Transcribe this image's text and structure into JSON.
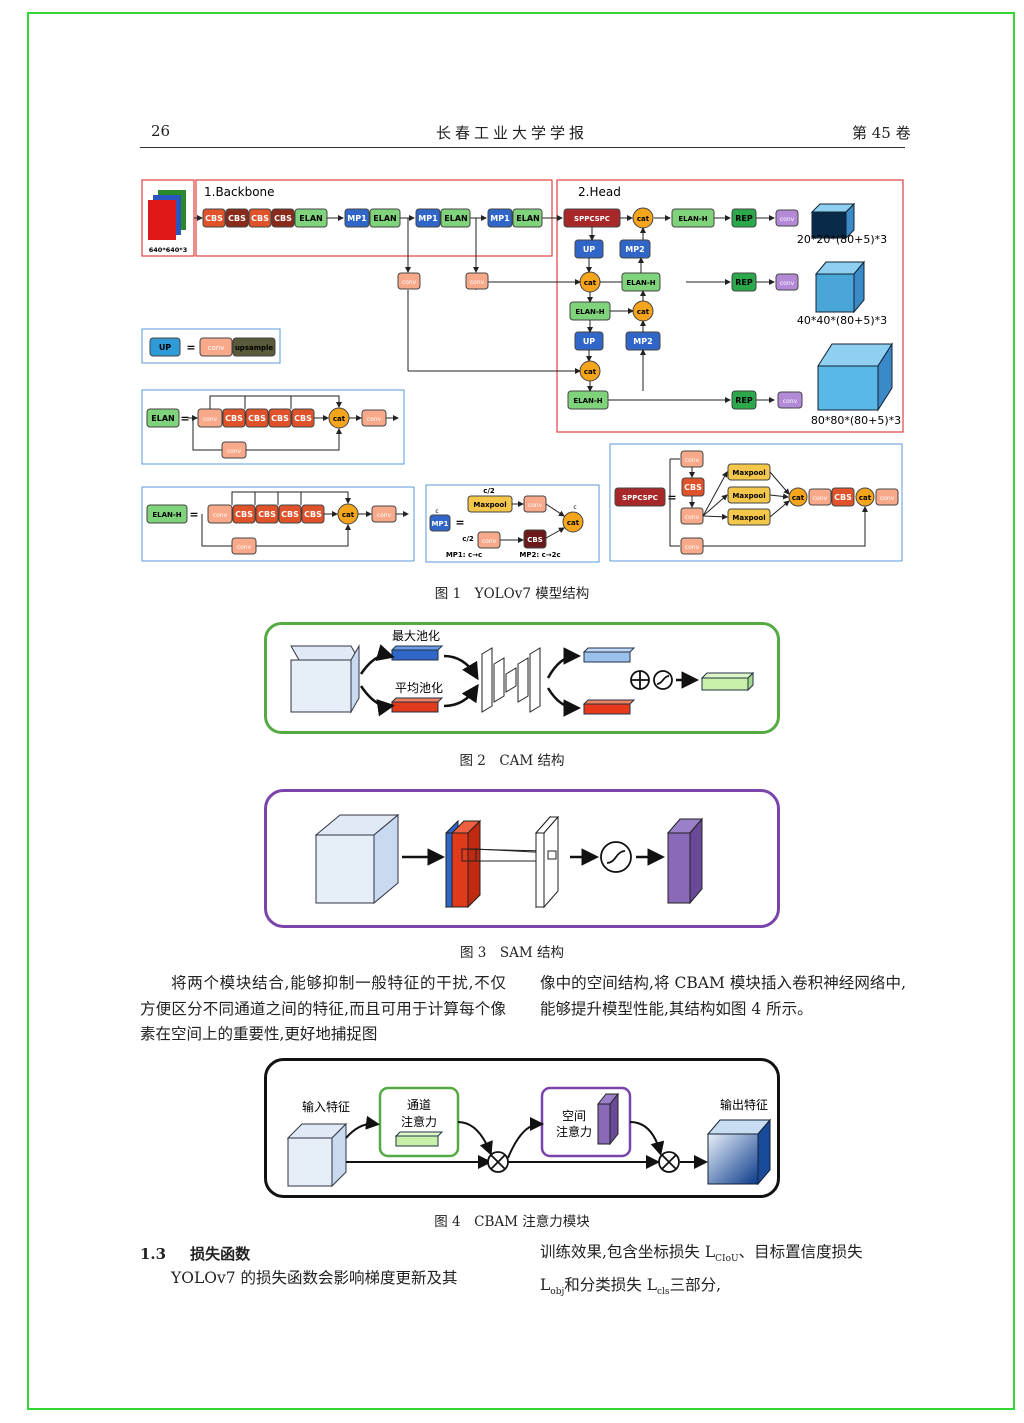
{
  "header": {
    "page_number": "26",
    "journal": "长春工业大学学报",
    "volume": "第 45 卷"
  },
  "fig1": {
    "caption": "图 1　YOLOv7 模型结构",
    "backbone_label": "1.Backbone",
    "head_label": "2.Head",
    "input_label": "640*640*3",
    "cbs": "CBS",
    "elan": "ELAN",
    "mp1": "MP1",
    "mp2": "MP2",
    "elanh": "ELAN-H",
    "sppcspc": "SPPCSPC",
    "up": "UP",
    "cat": "cat",
    "rep": "REP",
    "conv": "conv",
    "upsample": "upsample",
    "maxpool": "Maxpool",
    "eq": "=",
    "out1": "20*20*(80+5)*3",
    "out2": "40*40*(80+5)*3",
    "out3": "80*80*(80+5)*3",
    "c": "c",
    "c2a": "c/2",
    "c2b": "c/2",
    "mp1note": "MP1: c→c",
    "mp2note": "MP2: c→2c"
  },
  "fig2": {
    "caption": "图 2　CAM 结构",
    "maxpool": "最大池化",
    "avgpool": "平均池化"
  },
  "fig3": {
    "caption": "图 3　SAM 结构"
  },
  "para1": {
    "left": "将两个模块结合,能够抑制一般特征的干扰,不仅方便区分不同通道之间的特征,而且可用于计算每个像素在空间上的重要性,更好地捕捉图",
    "right": "像中的空间结构,将 CBAM 模块插入卷积神经网络中,能够提升模型性能,其结构如图 4 所示。"
  },
  "fig4": {
    "caption": "图 4　CBAM 注意力模块",
    "input": "输入特征",
    "channel1": "通道",
    "channel2": "注意力",
    "spatial1": "空间",
    "spatial2": "注意力",
    "output": "输出特征"
  },
  "section": {
    "number": "1.3",
    "title": "损失函数"
  },
  "para2": {
    "left": "YOLOv7 的损失函数会影响梯度更新及其",
    "right_a": "训练效果,包含坐标损失 L",
    "sub_ciou": "CIoU",
    "right_b": "、目标置信度损失",
    "right_c": "L",
    "sub_obj": "obj",
    "right_d": "和分类损失 L",
    "sub_cls": "cls",
    "right_e": "三部分,"
  }
}
